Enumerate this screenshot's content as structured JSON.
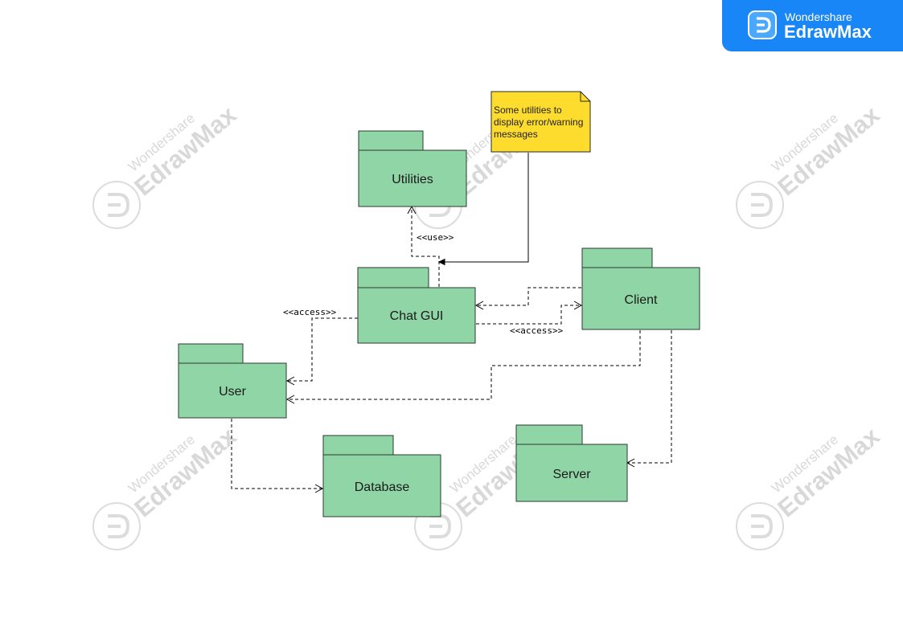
{
  "brand": {
    "top": "Wondershare",
    "bottom": "EdrawMax",
    "logo_icon": "edrawmax-logo-icon",
    "color": "#1886f6"
  },
  "watermark": {
    "top": "Wondershare",
    "bottom": "EdrawMax"
  },
  "colors": {
    "package_fill": "#8fd5a6",
    "package_stroke": "#2d3b33",
    "note_fill": "#fddc2e",
    "edge": "#000000",
    "watermark": "#d8d8d8"
  },
  "packages": {
    "utilities": "Utilities",
    "chat_gui": "Chat GUI",
    "client": "Client",
    "user": "User",
    "database": "Database",
    "server": "Server"
  },
  "note": {
    "lines": [
      "Some utilities to",
      "display error/warning",
      "messages"
    ]
  },
  "edges": {
    "use": "<<use>>",
    "access_user": "<<access>>",
    "access_client": "<<access>>"
  }
}
